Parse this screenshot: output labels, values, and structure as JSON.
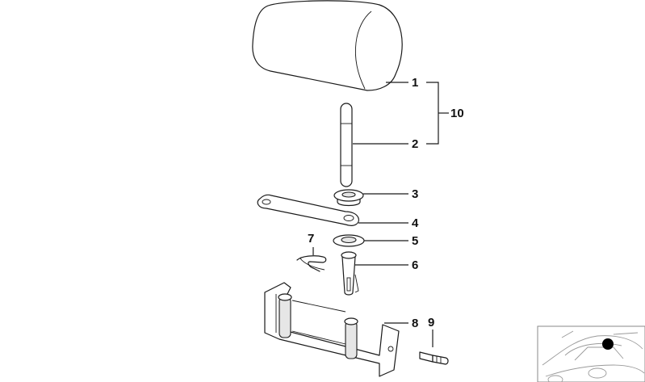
{
  "callouts": {
    "c1": "1",
    "c2": "2",
    "c3": "3",
    "c4": "4",
    "c5": "5",
    "c6": "6",
    "c7": "7",
    "c8": "8",
    "c9": "9",
    "c10": "10"
  },
  "colors": {
    "line": "#1a1a1a",
    "inset_marker": "#000000"
  }
}
